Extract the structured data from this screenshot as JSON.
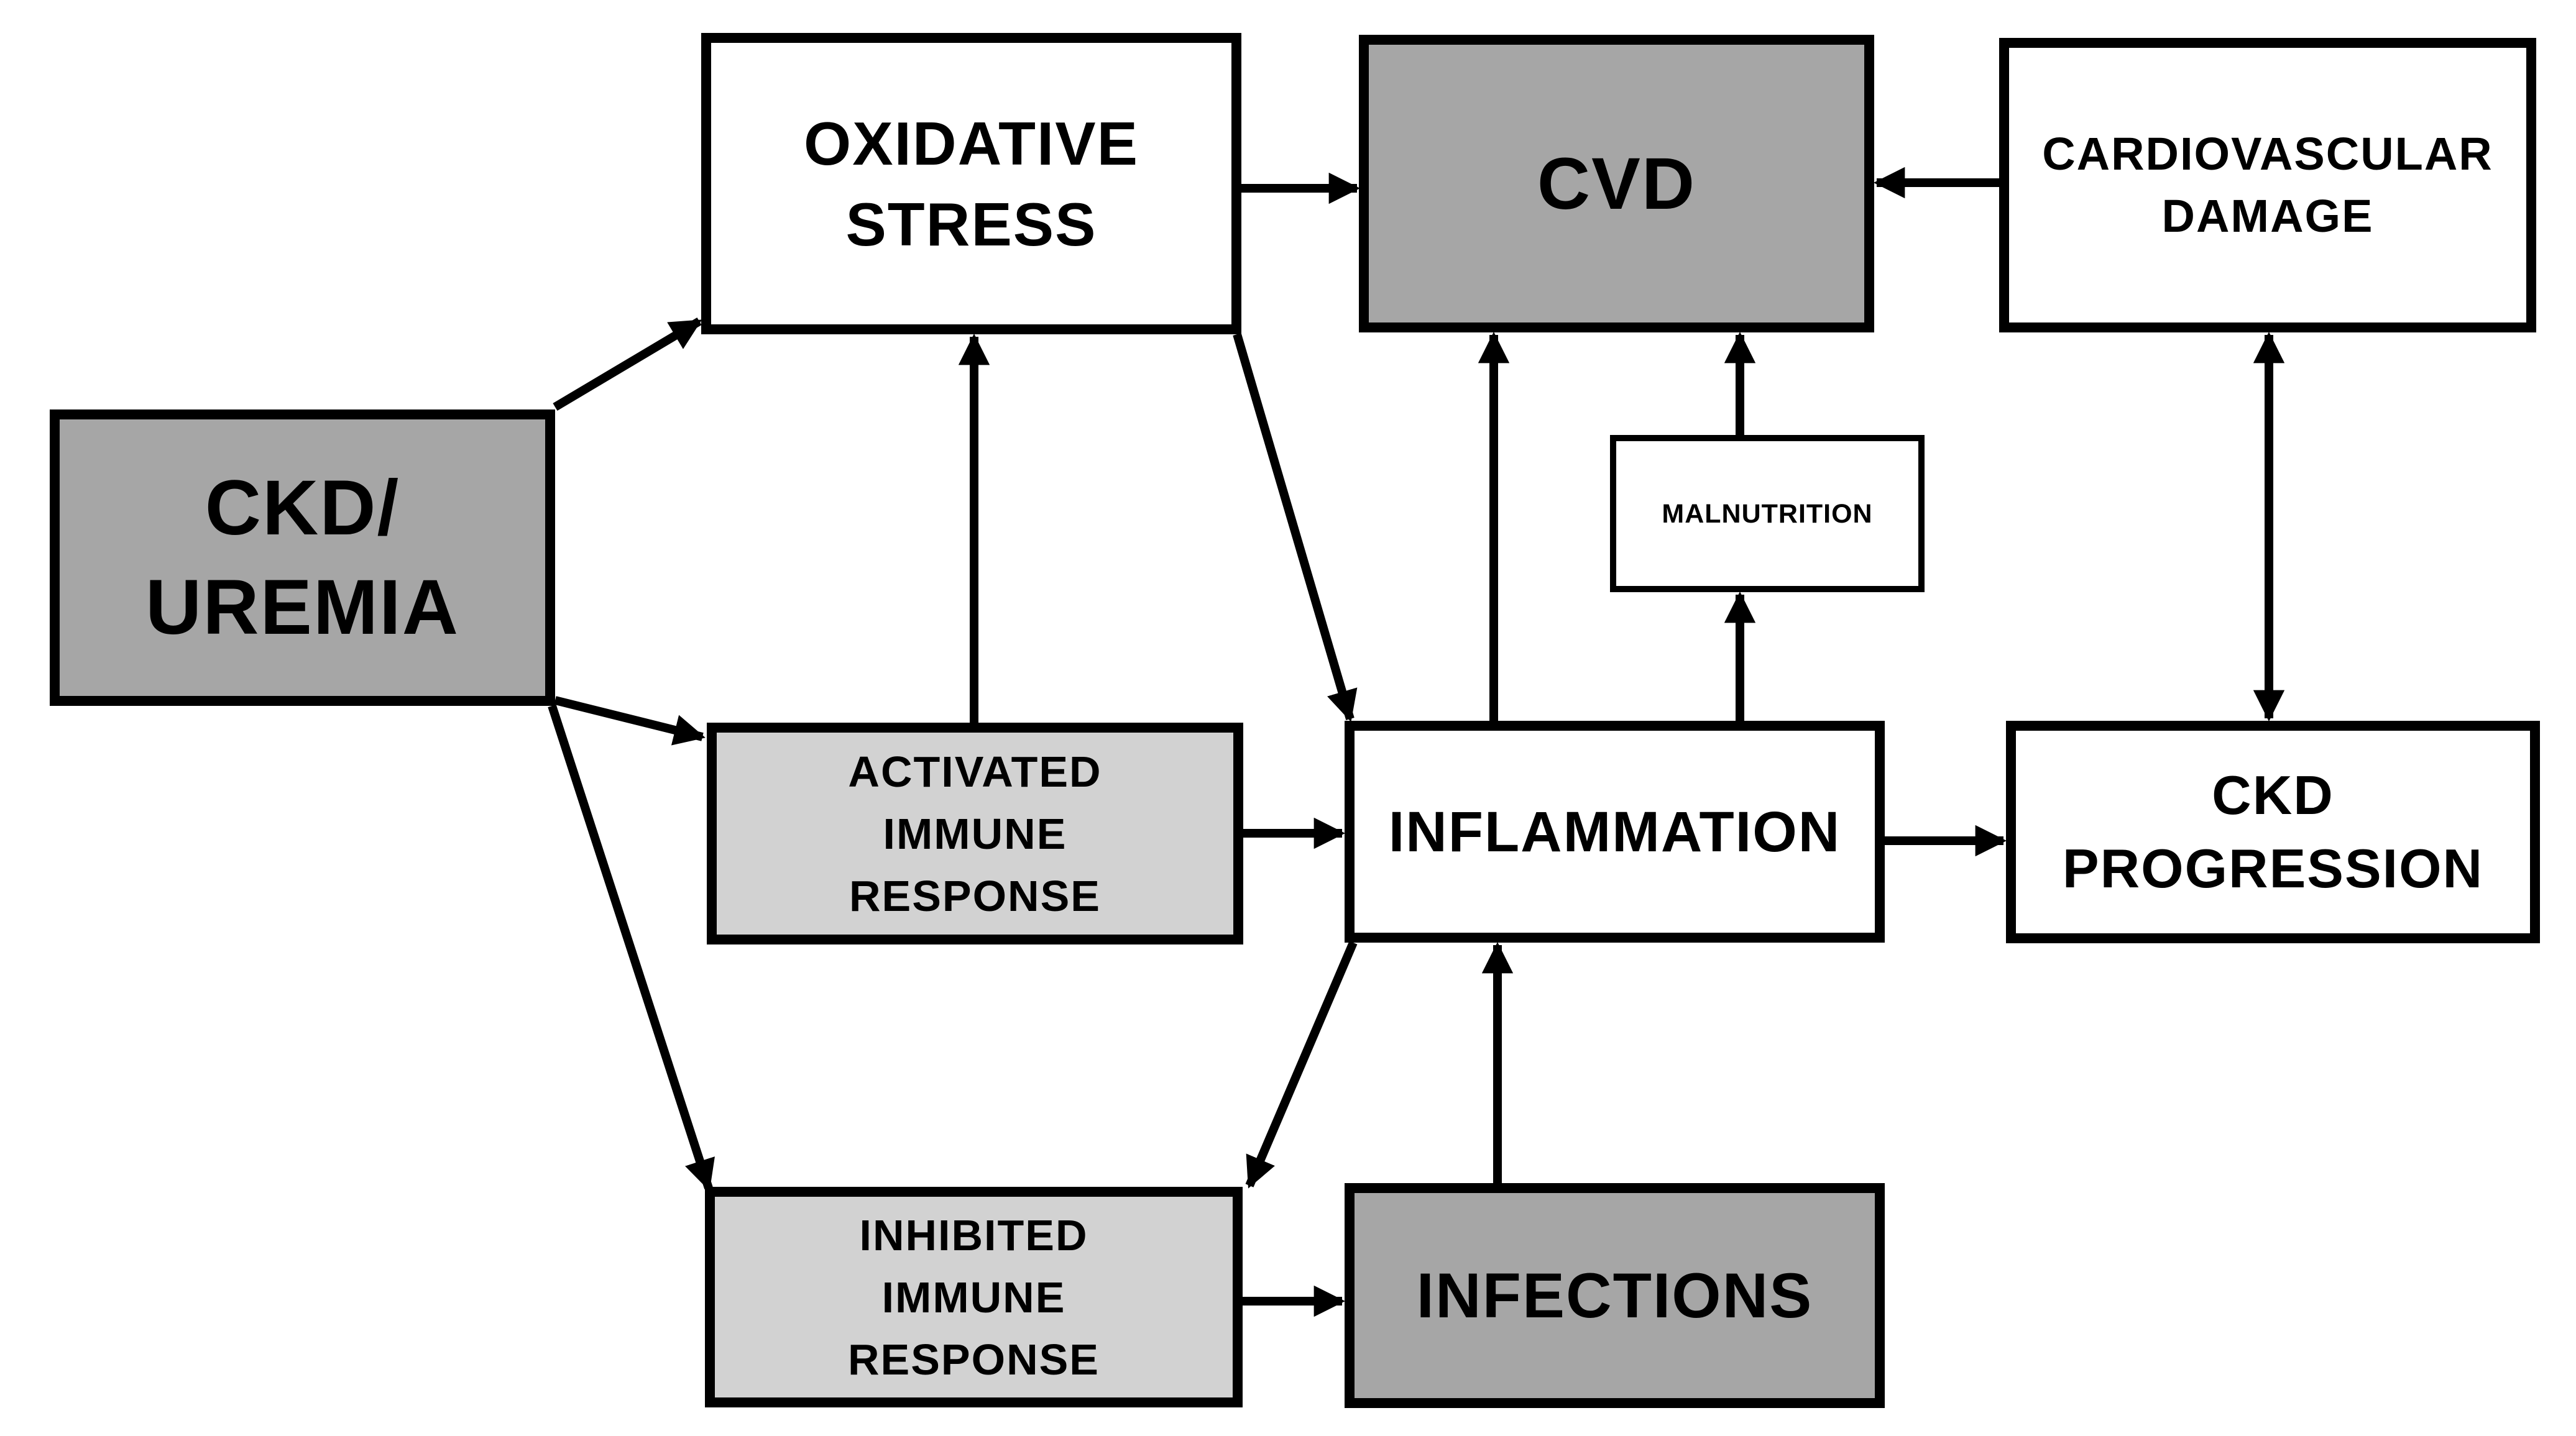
{
  "nodes": {
    "ckd_uremia": "CKD/\nUREMIA",
    "oxidative_stress": "OXIDATIVE\nSTRESS",
    "cvd": "CVD",
    "cardiovascular_damage": "CARDIOVASCULAR\nDAMAGE",
    "malnutrition": "MALNUTRITION",
    "activated_immune_response": "ACTIVATED\nIMMUNE\nRESPONSE",
    "inflammation": "INFLAMMATION",
    "ckd_progression": "CKD\nPROGRESSION",
    "inhibited_immune_response": "INHIBITED\nIMMUNE\nRESPONSE",
    "infections": "INFECTIONS"
  },
  "fill_colors": {
    "white": "#ffffff",
    "dark_gray": "#a6a6a6",
    "light_gray": "#d2d2d2",
    "stroke": "#000000"
  },
  "edges": [
    {
      "from": "CKD/UREMIA",
      "to": "OXIDATIVE STRESS"
    },
    {
      "from": "CKD/UREMIA",
      "to": "ACTIVATED IMMUNE RESPONSE"
    },
    {
      "from": "CKD/UREMIA",
      "to": "INHIBITED IMMUNE RESPONSE"
    },
    {
      "from": "OXIDATIVE STRESS",
      "to": "CVD"
    },
    {
      "from": "OXIDATIVE STRESS",
      "to": "INFLAMMATION"
    },
    {
      "from": "ACTIVATED IMMUNE RESPONSE",
      "to": "OXIDATIVE STRESS"
    },
    {
      "from": "ACTIVATED IMMUNE RESPONSE",
      "to": "INFLAMMATION"
    },
    {
      "from": "CARDIOVASCULAR DAMAGE",
      "to": "CVD"
    },
    {
      "from": "CARDIOVASCULAR DAMAGE",
      "to": "CKD PROGRESSION",
      "bidirectional": true
    },
    {
      "from": "INFLAMMATION",
      "to": "CVD"
    },
    {
      "from": "INFLAMMATION",
      "to": "MALNUTRITION"
    },
    {
      "from": "MALNUTRITION",
      "to": "CVD"
    },
    {
      "from": "INFLAMMATION",
      "to": "CKD PROGRESSION"
    },
    {
      "from": "INFLAMMATION",
      "to": "INHIBITED IMMUNE RESPONSE"
    },
    {
      "from": "INHIBITED IMMUNE RESPONSE",
      "to": "INFECTIONS"
    },
    {
      "from": "INFECTIONS",
      "to": "INFLAMMATION"
    }
  ]
}
